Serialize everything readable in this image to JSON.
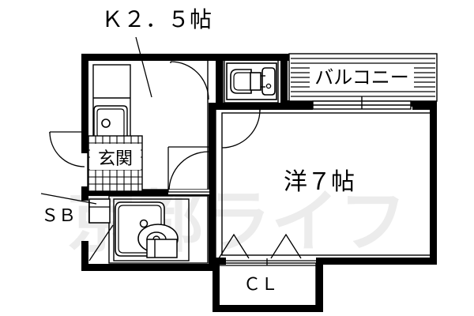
{
  "plan": {
    "type": "japanese-apartment-floor-plan",
    "layout_name": "1K",
    "background_color": "#ffffff",
    "line_color": "#000000",
    "wall_color": "#000000",
    "watermark_color": "#ececec"
  },
  "labels": {
    "kitchen": "Ｋ２．５帖",
    "balcony": "バルコニー",
    "main_room": "洋７帖",
    "entrance": "玄関",
    "shoe_box": "ＳＢ",
    "closet": "ＣＬ"
  },
  "watermark": {
    "text": "京都ライフ"
  },
  "rooms": [
    {
      "key": "kitchen",
      "label": "Ｋ２．５帖",
      "size_jo": 2.5,
      "note": "kitchen"
    },
    {
      "key": "main_room",
      "label": "洋７帖",
      "size_jo": 7,
      "note": "western-style room"
    },
    {
      "key": "balcony",
      "label": "バルコニー",
      "size_jo": null,
      "note": "balcony"
    },
    {
      "key": "entrance",
      "label": "玄関",
      "size_jo": null,
      "note": "entrance genkan"
    },
    {
      "key": "closet",
      "label": "ＣＬ",
      "size_jo": null,
      "note": "closet"
    },
    {
      "key": "shoe_box",
      "label": "ＳＢ",
      "size_jo": null,
      "note": "shoe box"
    }
  ],
  "fixtures": [
    {
      "name": "kitchen-sink",
      "room": "kitchen"
    },
    {
      "name": "toilet",
      "room": "wc"
    },
    {
      "name": "bathtub",
      "room": "bath"
    },
    {
      "name": "wash-basin",
      "room": "bath"
    },
    {
      "name": "entrance-door",
      "room": "entrance"
    },
    {
      "name": "balcony-sliding-door",
      "room": "main_room"
    }
  ]
}
